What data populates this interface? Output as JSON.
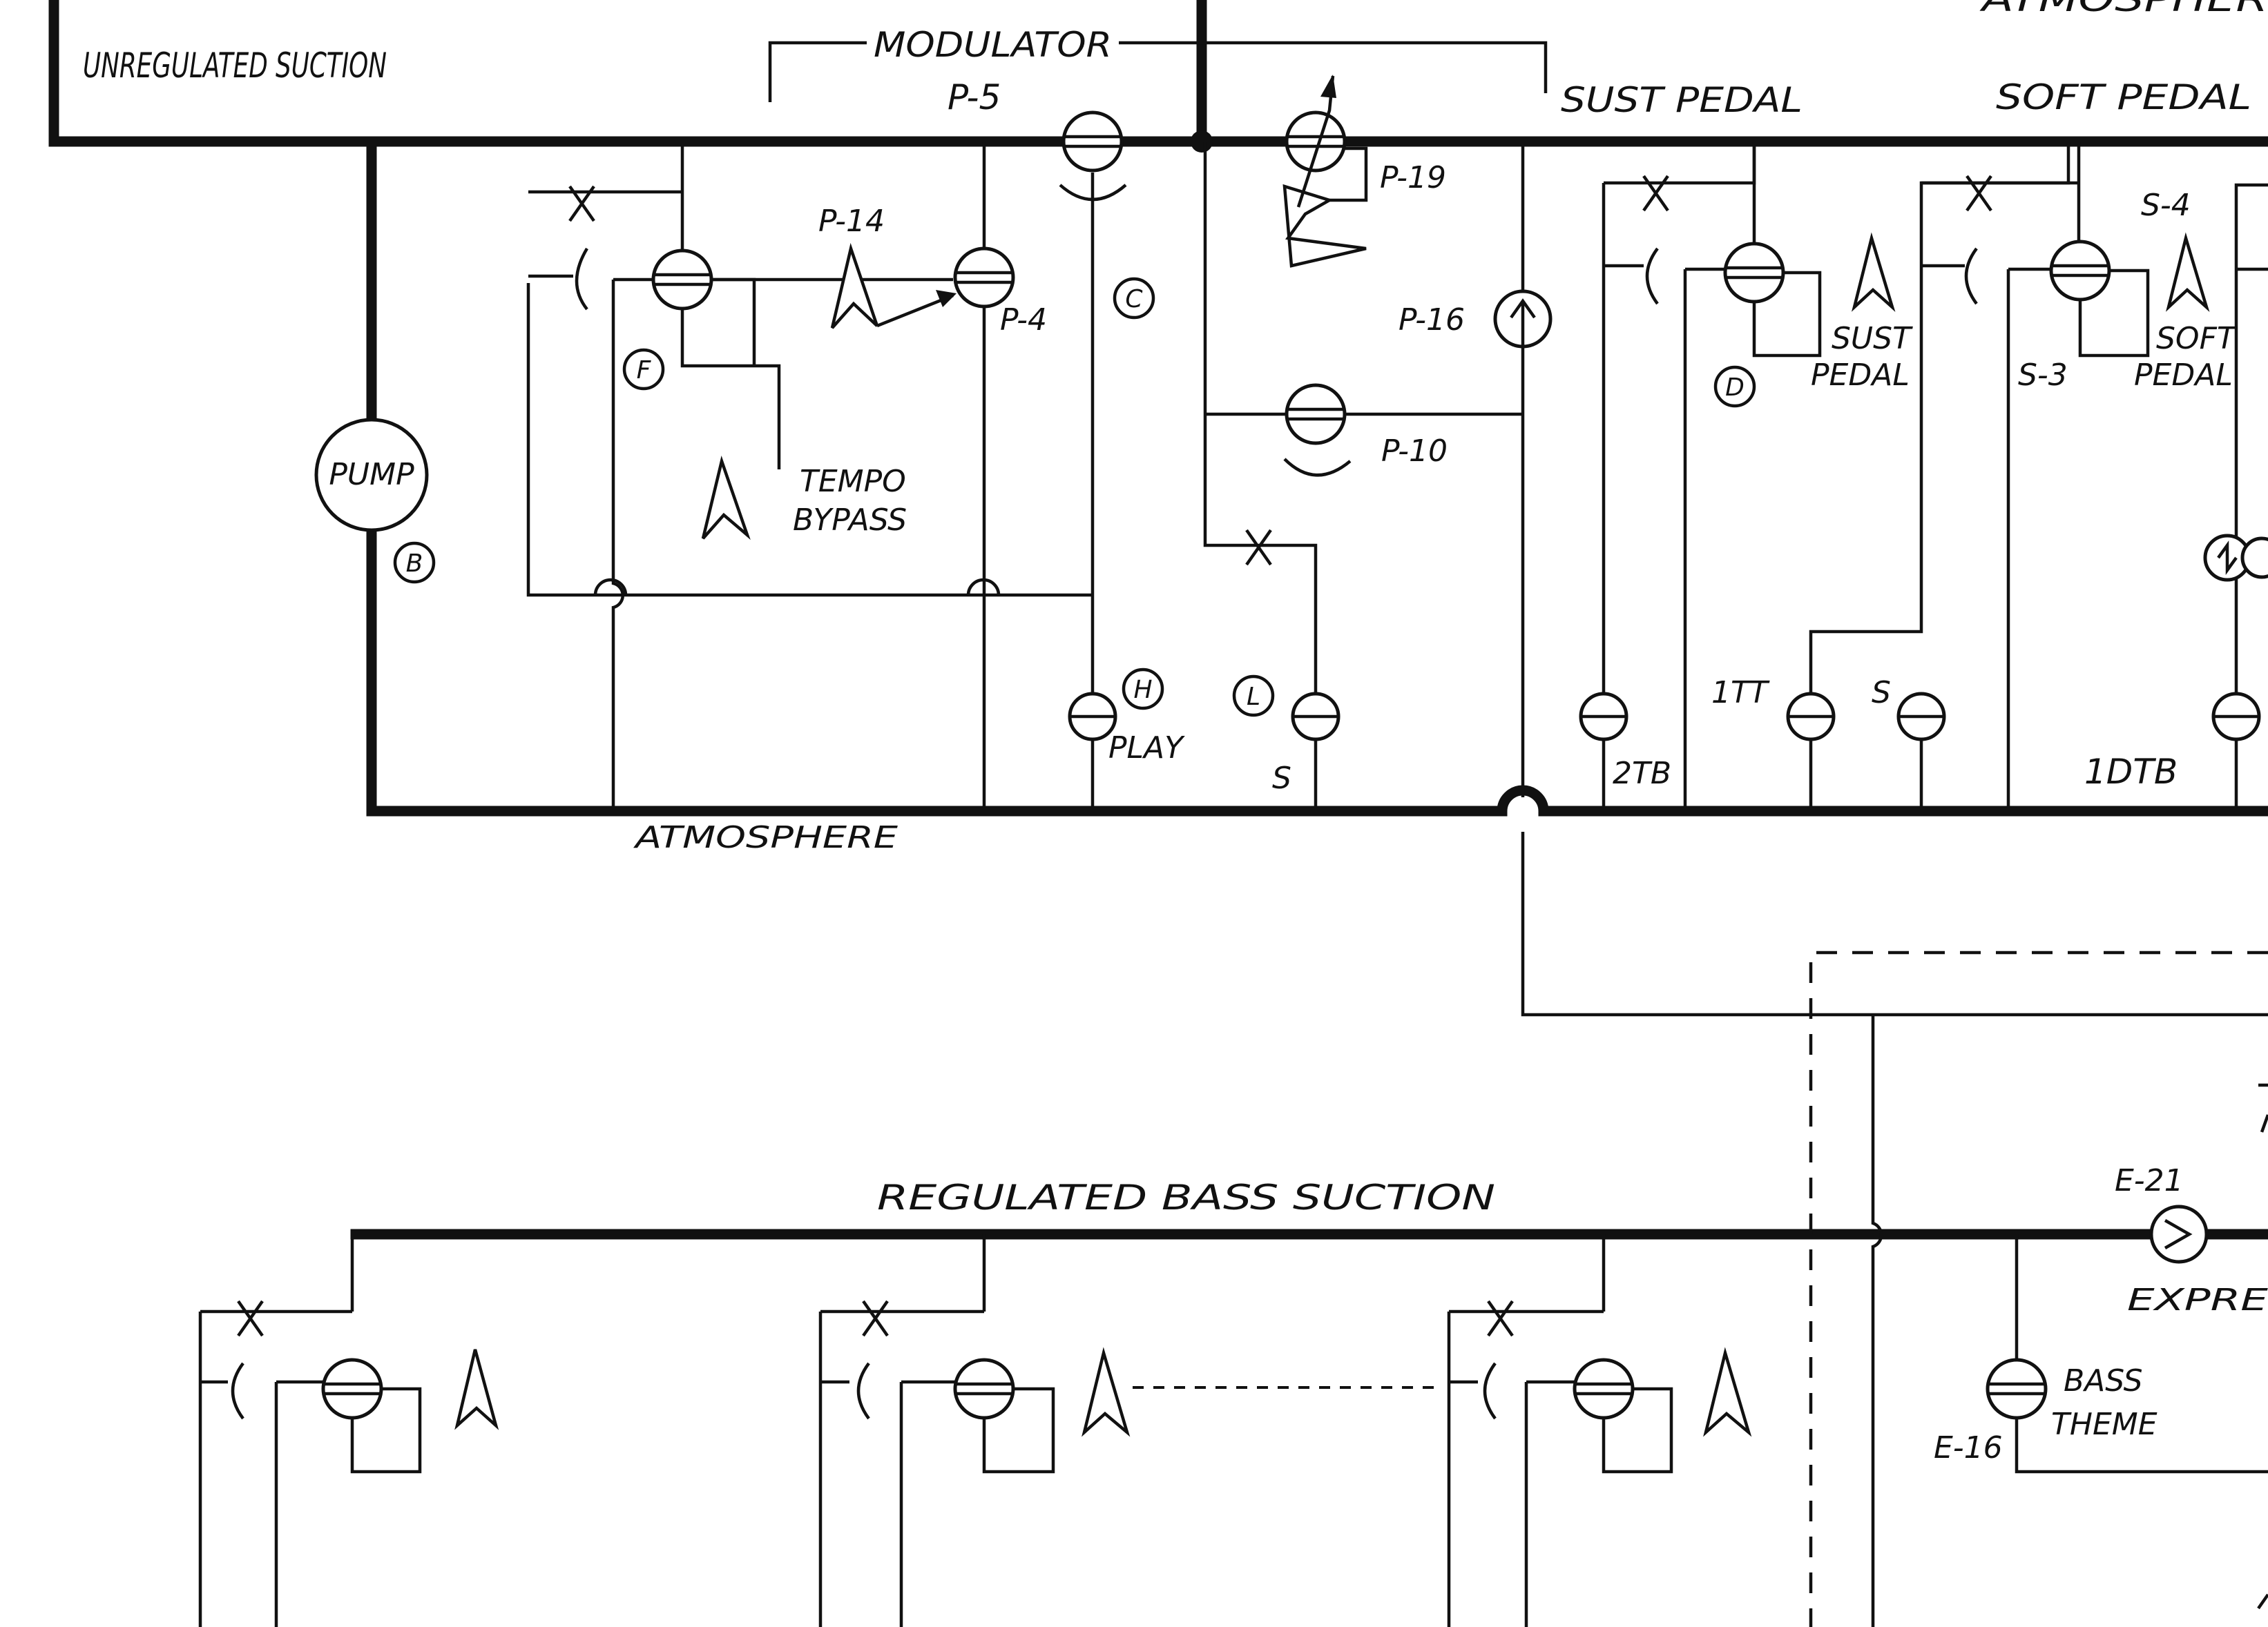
{
  "regions": {
    "unregulated_suction": "UNREGULATED SUCTION",
    "atmosphere_top": "ATMOSPHER",
    "atmosphere": "ATMOSPHERE",
    "regulated_bass_suction": "REGULATED BASS SUCTION"
  },
  "labels": {
    "modulator": "MODULATOR",
    "p5": "P-5",
    "sust_pedal_top": "SUST PEDAL",
    "soft_pedal_top": "SOFT PEDAL",
    "p19": "P-19",
    "p14": "P-14",
    "p4": "P-4",
    "p16": "P-16",
    "p10": "P-10",
    "tempo": "TEMPO",
    "bypass": "BYPASS",
    "pump": "PUMP",
    "play": "PLAY",
    "s_left": "S",
    "two_tb": "2TB",
    "one_tt": "1TT",
    "s_mid": "S",
    "sust": "SUST",
    "pedal_sust": "PEDAL",
    "soft": "SOFT",
    "pedal_soft": "PEDAL",
    "s4": "S-4",
    "s3": "S-3",
    "one_dtb": "1DTB",
    "e21": "E-21",
    "expre": "EXPRE",
    "bass": "BASS",
    "theme": "THEME",
    "e16": "E-16"
  },
  "circle_labels": {
    "b": "B",
    "c": "C",
    "d": "D",
    "f": "F",
    "h": "H",
    "l": "L"
  }
}
